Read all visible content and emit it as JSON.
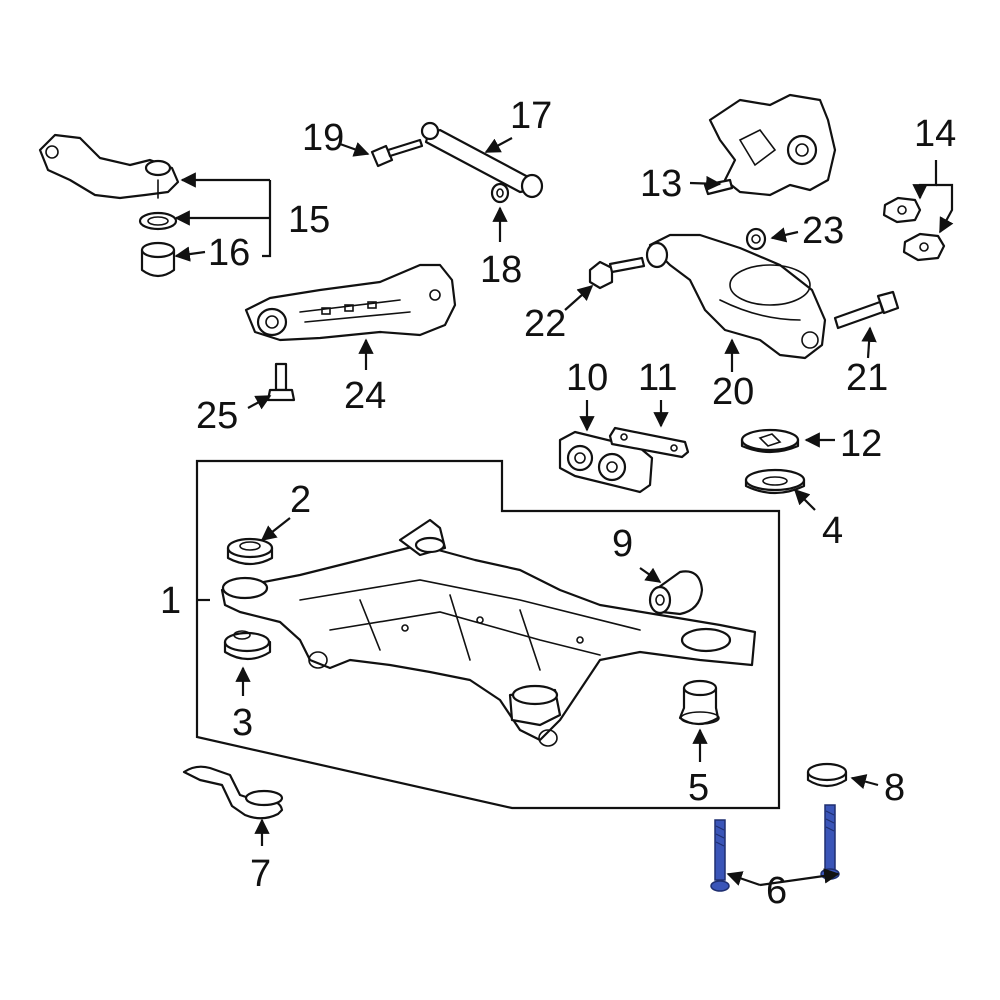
{
  "callouts": {
    "c1": "1",
    "c2": "2",
    "c3": "3",
    "c4": "4",
    "c5": "5",
    "c6": "6",
    "c7": "7",
    "c8": "8",
    "c9": "9",
    "c10": "10",
    "c11": "11",
    "c12": "12",
    "c13": "13",
    "c14": "14",
    "c15": "15",
    "c16": "16",
    "c17": "17",
    "c18": "18",
    "c19": "19",
    "c20": "20",
    "c21": "21",
    "c22": "22",
    "c23": "23",
    "c24": "24",
    "c25": "25"
  },
  "colors": {
    "line": "#111111",
    "highlight": "#3a55b8",
    "highlight_dark": "#1f2f70"
  }
}
